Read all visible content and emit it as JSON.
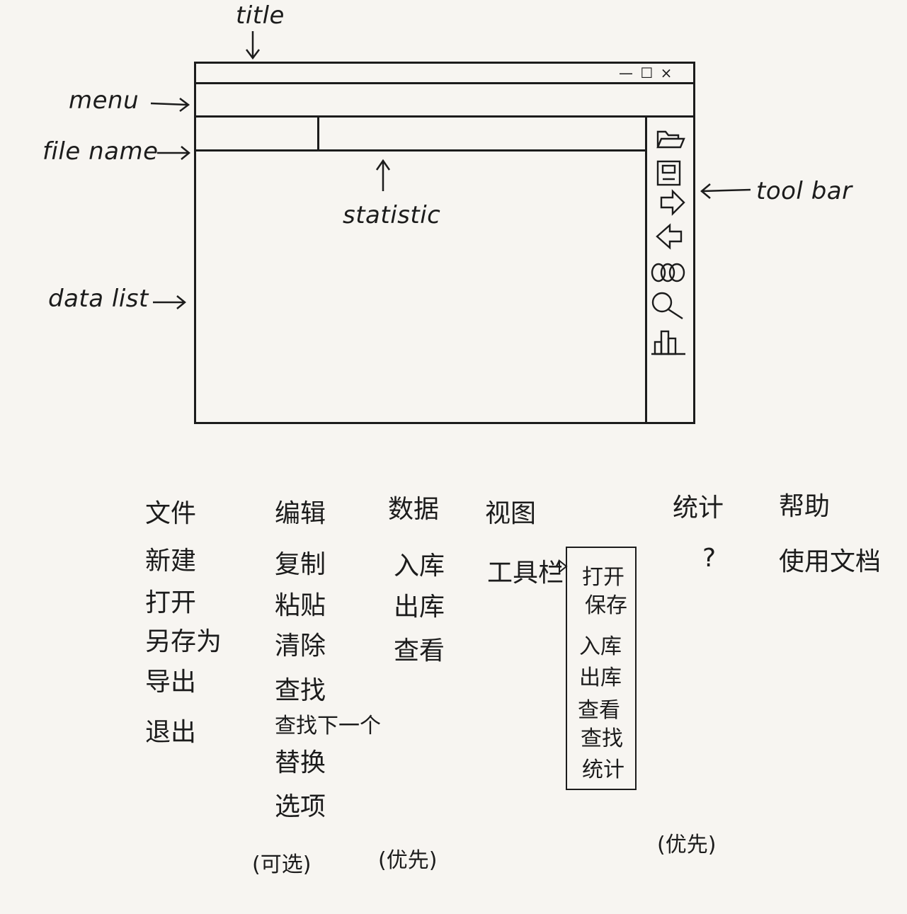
{
  "annotations": {
    "title": "title",
    "menu": "menu",
    "file_name": "file name",
    "statistic": "statistic",
    "tool_bar": "tool bar",
    "data_list": "data list"
  },
  "window_controls": "— ☐ ×",
  "toolbar_icons": [
    "folder-icon",
    "save-icon",
    "arrow-right-icon",
    "arrow-left-icon",
    "view-icon",
    "search-icon",
    "bar-chart-icon"
  ],
  "menus": {
    "file": {
      "title": "文件",
      "items": [
        "新建",
        "打开",
        "另存为",
        "导出",
        "退出"
      ]
    },
    "edit": {
      "title": "编辑",
      "items": [
        "复制",
        "粘贴",
        "清除",
        "查找",
        "查找下一个",
        "替换",
        "选项"
      ],
      "note": "(可选)"
    },
    "data": {
      "title": "数据",
      "items": [
        "入库",
        "出库",
        "查看"
      ],
      "note": "(优先)"
    },
    "view": {
      "title": "视图",
      "items": [
        "工具栏"
      ]
    },
    "toolbar_submenu": [
      "打开",
      "保存",
      "入库",
      "出库",
      "查看",
      "查找",
      "统计"
    ],
    "stats": {
      "title": "统计",
      "items": [
        "?"
      ],
      "note": "(优先)"
    },
    "help": {
      "title": "帮助",
      "items": [
        "使用文档"
      ]
    }
  }
}
